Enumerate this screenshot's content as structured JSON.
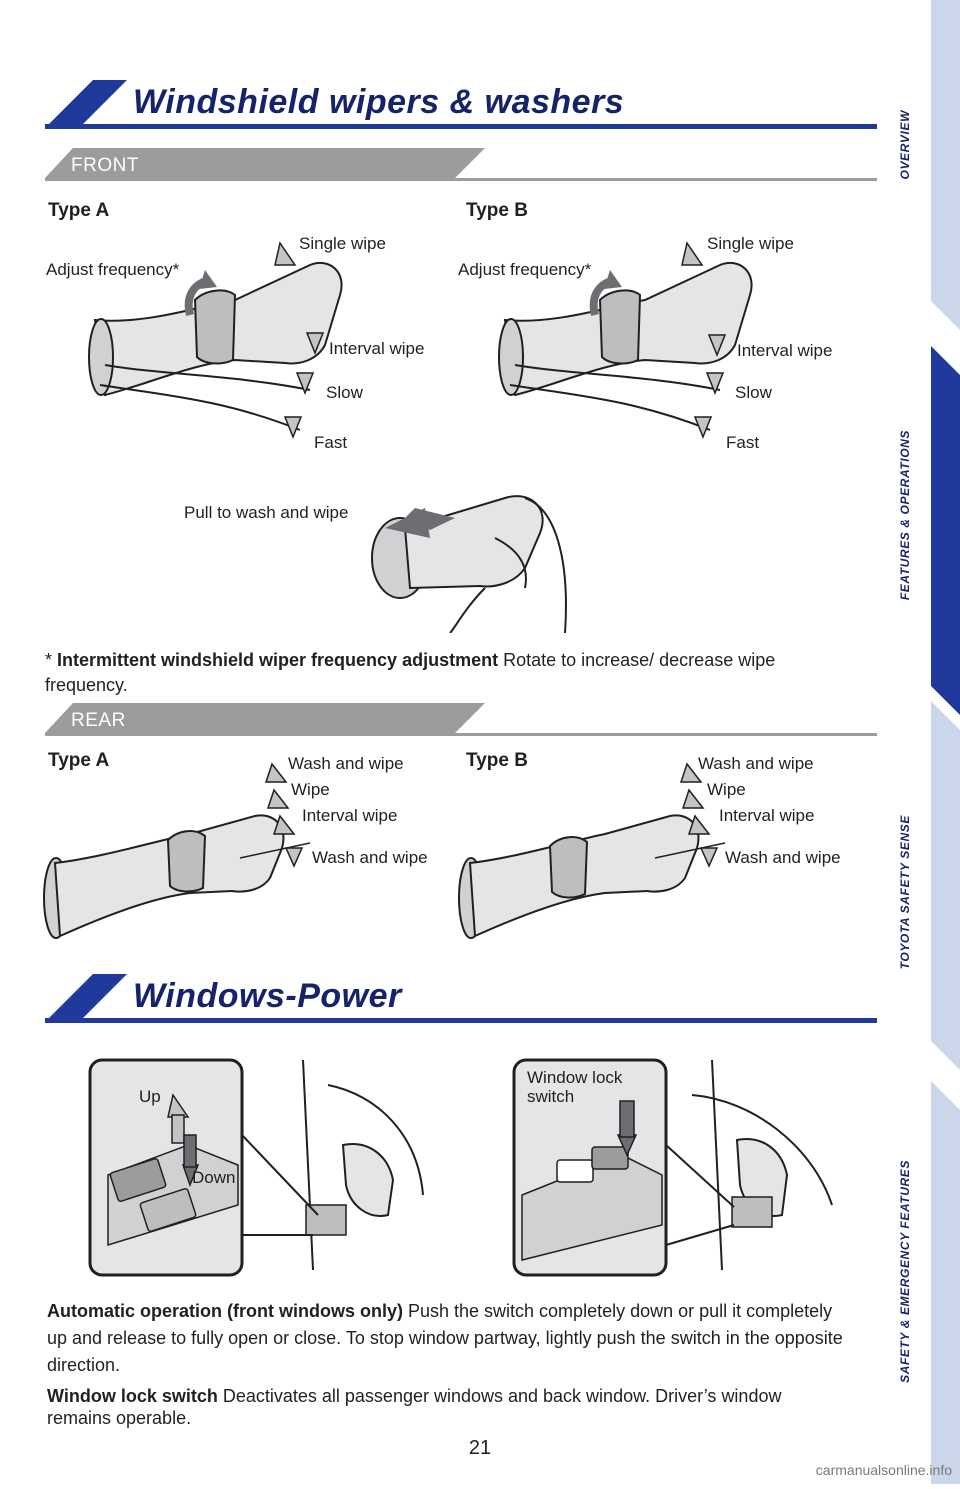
{
  "sections": {
    "wipers_title": "Windshield wipers & washers",
    "windows_title": "Windows-Power"
  },
  "front": {
    "tab": "FRONT",
    "type_a": {
      "label": "Type A",
      "single_wipe": "Single wipe",
      "adjust_frequency": "Adjust frequency*",
      "interval_wipe": "Interval wipe",
      "slow": "Slow",
      "fast": "Fast"
    },
    "type_b": {
      "label": "Type B",
      "single_wipe": "Single wipe",
      "adjust_frequency": "Adjust frequency*",
      "interval_wipe": "Interval wipe",
      "slow": "Slow",
      "fast": "Fast"
    },
    "pull_to_wash": "Pull to wash and wipe",
    "footnote_star": "* ",
    "footnote_bold": "Intermittent windshield wiper frequency adjustment",
    "footnote_rest": " Rotate to increase/ decrease wipe frequency."
  },
  "rear": {
    "tab": "REAR",
    "type_a": {
      "label": "Type A",
      "wash_and_wipe_top": "Wash and wipe",
      "wipe": "Wipe",
      "interval_wipe": "Interval wipe",
      "wash_and_wipe_bottom": "Wash and wipe"
    },
    "type_b": {
      "label": "Type B",
      "wash_and_wipe_top": "Wash and wipe",
      "wipe": "Wipe",
      "interval_wipe": "Interval wipe",
      "wash_and_wipe_bottom": "Wash and wipe"
    }
  },
  "windows": {
    "up": "Up",
    "down": "Down",
    "lock_switch_line1": "Window lock",
    "lock_switch_line2": "switch",
    "auto_op_bold": "Automatic operation (front windows only)",
    "auto_op_rest": " Push the switch completely down or pull it completely up and release to fully open or close. To stop window partway, lightly push the switch in the opposite direction.",
    "lock_bold": "Window lock switch",
    "lock_rest": " Deactivates all passenger windows and back window. Driver’s window remains operable."
  },
  "page_number": "21",
  "watermark": "carmanualsonline.info",
  "sidenav": {
    "overview": "OVERVIEW",
    "features": "FEATURES & OPERATIONS",
    "safety_sense": "TOYOTA SAFETY SENSE",
    "emergency": "SAFETY & EMERGENCY FEATURES"
  },
  "colors": {
    "navy": "#16236a",
    "blue": "#1f3a9c",
    "tab_gray": "#9a9c9e",
    "sidenav_light": "#ccd6ea",
    "sidenav_active": "#1f3a9c"
  }
}
